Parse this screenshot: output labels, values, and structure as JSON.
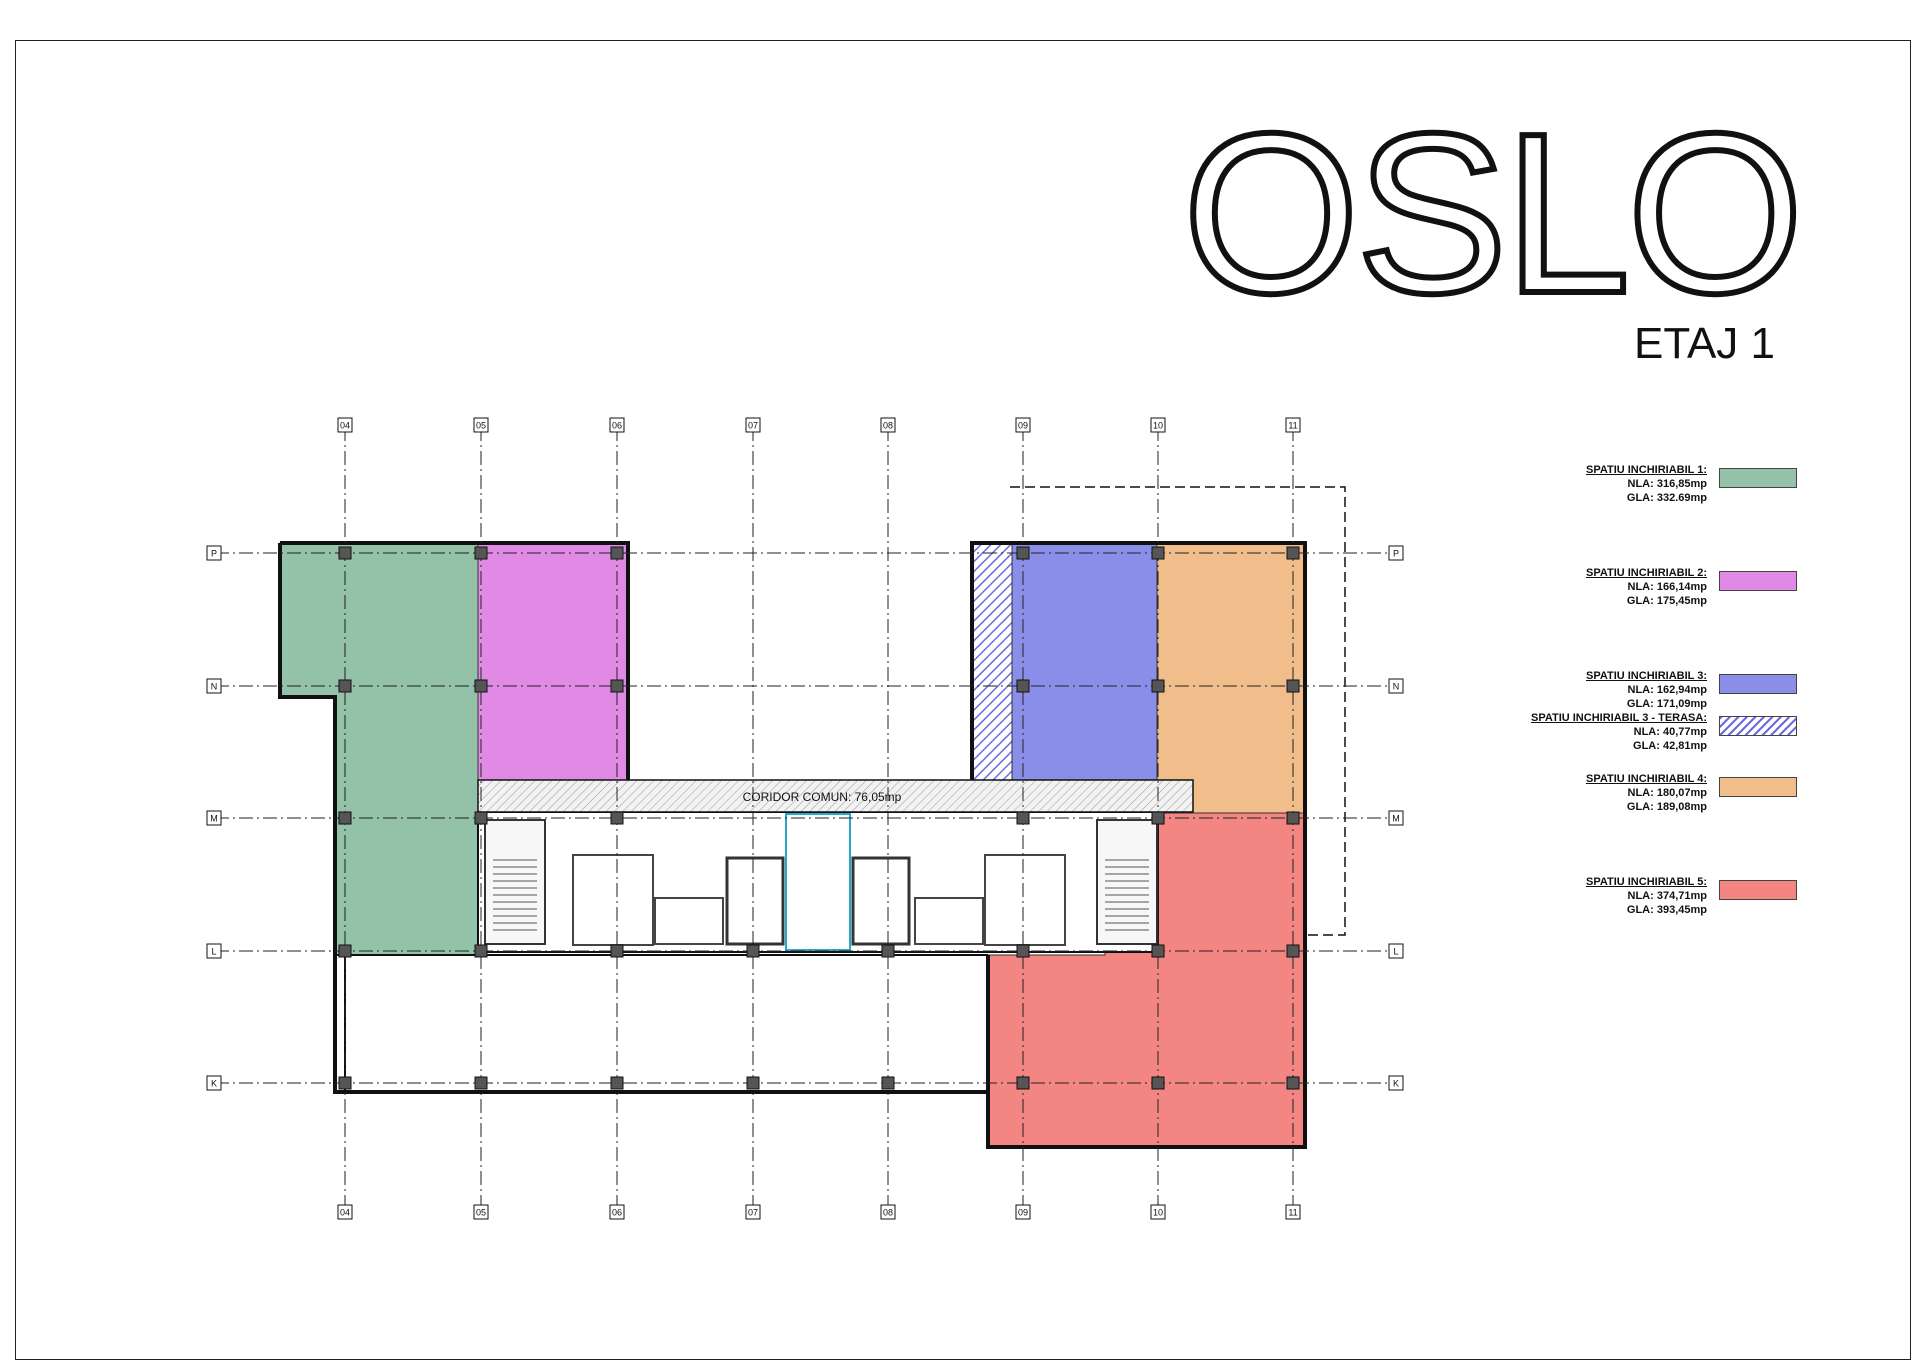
{
  "title": "OSLO",
  "subtitle": "ETAJ 1",
  "grid": {
    "columns": [
      "04",
      "05",
      "06",
      "07",
      "08",
      "09",
      "10",
      "11"
    ],
    "rows": [
      "P",
      "N",
      "M",
      "L",
      "K"
    ]
  },
  "corridor_label": "CORIDOR COMUN: 76,05mp",
  "colors": {
    "unit1": "#93c2a9",
    "unit2": "#e08ae6",
    "unit3": "#8a8ee8",
    "unit3_terrace": "#6b6be0",
    "unit4": "#f0bd8b",
    "unit5": "#f38583",
    "corridor": "#e8e8e8",
    "lines": "#222222"
  },
  "legend": [
    {
      "name": "SPATIU INCHIRIABIL 1:",
      "nla": "NLA: 316,85mp",
      "gla": "GLA: 332.69mp",
      "color": "#93c2a9",
      "hatched": false
    },
    {
      "name": "SPATIU INCHIRIABIL 2:",
      "nla": "NLA: 166,14mp",
      "gla": "GLA: 175,45mp",
      "color": "#e08ae6",
      "hatched": false
    },
    {
      "name": "SPATIU INCHIRIABIL 3:",
      "nla": "NLA: 162,94mp",
      "gla": "GLA: 171,09mp",
      "color": "#8a8ee8",
      "hatched": false
    },
    {
      "name": "SPATIU INCHIRIABIL 3 - TERASA:",
      "nla": "NLA: 40,77mp",
      "gla": "GLA: 42,81mp",
      "color": "#6b6be0",
      "hatched": true
    },
    {
      "name": "SPATIU INCHIRIABIL 4:",
      "nla": "NLA: 180,07mp",
      "gla": "GLA: 189,08mp",
      "color": "#f0bd8b",
      "hatched": false
    },
    {
      "name": "SPATIU INCHIRIABIL 5:",
      "nla": "NLA: 374,71mp",
      "gla": "GLA: 393,45mp",
      "color": "#f38583",
      "hatched": false
    }
  ]
}
